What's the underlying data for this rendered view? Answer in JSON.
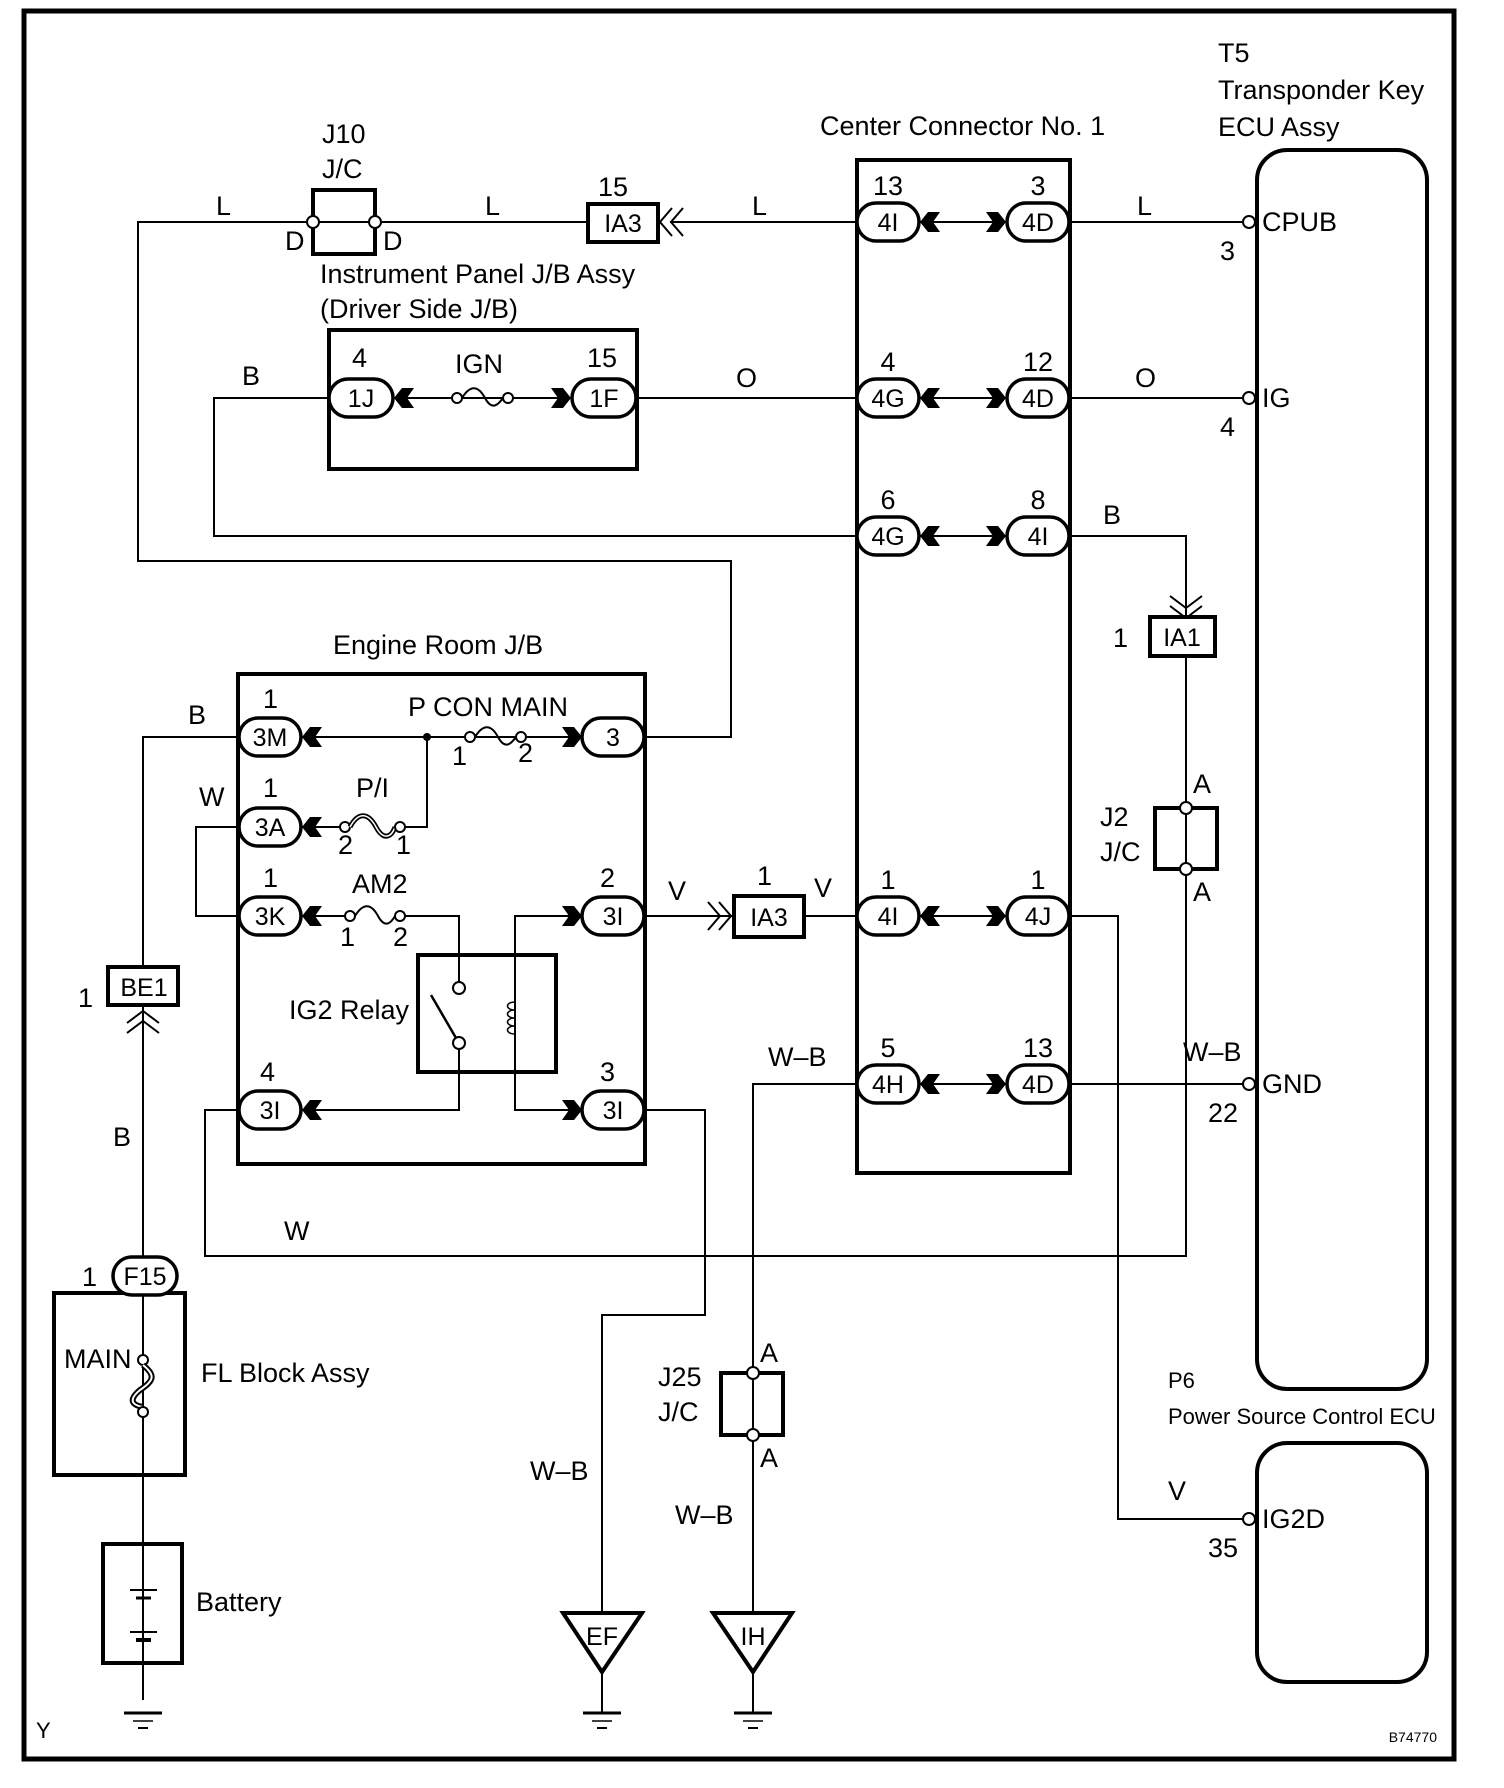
{
  "diagram": {
    "title_code": "B74770",
    "corner_mark": "Y",
    "colors": {
      "line": "#000000",
      "background": "#ffffff"
    }
  },
  "components": {
    "transponder_ecu": {
      "code": "T5",
      "name_line1": "Transponder Key",
      "name_line2": "ECU Assy",
      "pins": [
        {
          "name": "CPUB",
          "number": "3"
        },
        {
          "name": "IG",
          "number": "4"
        },
        {
          "name": "GND",
          "number": "22"
        }
      ]
    },
    "power_source_ecu": {
      "code": "P6",
      "name": "Power Source Control ECU",
      "pins": [
        {
          "name": "IG2D",
          "number": "35"
        }
      ]
    },
    "center_connector": {
      "name": "Center Connector No. 1",
      "rows": [
        {
          "left_pin": "13",
          "left_conn": "4I",
          "right_pin": "3",
          "right_conn": "4D"
        },
        {
          "left_pin": "4",
          "left_conn": "4G",
          "right_pin": "12",
          "right_conn": "4D"
        },
        {
          "left_pin": "6",
          "left_conn": "4G",
          "right_pin": "8",
          "right_conn": "4I"
        },
        {
          "left_pin": "1",
          "left_conn": "4I",
          "right_pin": "1",
          "right_conn": "4J"
        },
        {
          "left_pin": "5",
          "left_conn": "4H",
          "right_pin": "13",
          "right_conn": "4D"
        }
      ]
    },
    "j10": {
      "code": "J10",
      "type": "J/C",
      "pin_left": "D",
      "pin_right": "D"
    },
    "instrument_panel_jb": {
      "name_line1": "Instrument Panel J/B Assy",
      "name_line2": "(Driver Side J/B)",
      "fuse": "IGN",
      "left_pin": "4",
      "left_conn": "1J",
      "right_pin": "15",
      "right_conn": "1F"
    },
    "ia3_upper": {
      "code": "IA3",
      "pin": "15"
    },
    "ia3_lower": {
      "code": "IA3",
      "pin": "1"
    },
    "ia1": {
      "code": "IA1",
      "pin": "1"
    },
    "j2": {
      "code": "J2",
      "type": "J/C",
      "pin_top": "A",
      "pin_bottom": "A"
    },
    "j25": {
      "code": "J25",
      "type": "J/C",
      "pin_top": "A",
      "pin_bottom": "A"
    },
    "engine_room_jb": {
      "name": "Engine Room J/B",
      "fuse_pcon": "P CON MAIN",
      "fuse_pcon_pin1": "1",
      "fuse_pcon_pin2": "2",
      "fuse_pi": "P/I",
      "fuse_pi_pin_left": "2",
      "fuse_pi_pin_right": "1",
      "fuse_am2": "AM2",
      "fuse_am2_pin_left": "1",
      "fuse_am2_pin_right": "2",
      "relay": "IG2 Relay",
      "pins": {
        "3M": {
          "pin": "1",
          "conn": "3M"
        },
        "3A": {
          "pin": "1",
          "conn": "3A"
        },
        "3K": {
          "pin": "1",
          "conn": "3K"
        },
        "3I_4": {
          "pin": "4",
          "conn": "3I"
        },
        "3": {
          "pin": "",
          "conn": "3"
        },
        "3I_2": {
          "pin": "2",
          "conn": "3I"
        },
        "3I_3": {
          "pin": "3",
          "conn": "3I"
        }
      }
    },
    "be1": {
      "code": "BE1",
      "pin": "1"
    },
    "f15": {
      "code": "F15",
      "pin": "1"
    },
    "fl_block": {
      "name": "FL Block Assy",
      "fuse": "MAIN"
    },
    "battery": {
      "name": "Battery"
    },
    "ground_ef": {
      "code": "EF"
    },
    "ground_ih": {
      "code": "IH"
    }
  },
  "wires": {
    "l_top_left": "L",
    "l_top_mid": "L",
    "l_top_center": "L",
    "l_top_right": "L",
    "b_ip": "B",
    "o_mid": "O",
    "o_right": "O",
    "b_right": "B",
    "b_3m": "B",
    "w_3a": "W",
    "v_left": "V",
    "v_right": "V",
    "wb_4h": "W–B",
    "wb_gnd": "W–B",
    "b_vertical": "B",
    "w_bottom": "W",
    "wb_ef": "W–B",
    "wb_ih": "W–B",
    "v_ig2d": "V"
  }
}
